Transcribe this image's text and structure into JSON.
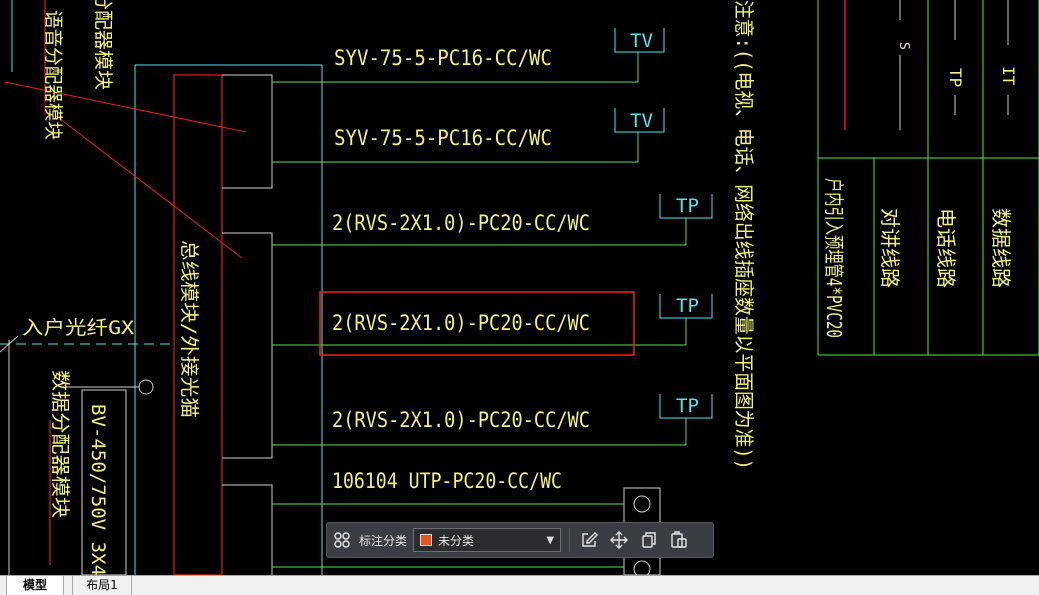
{
  "drawing": {
    "left_labels": {
      "voice_splitter": "语音分配器模块",
      "splitter_cut": "分配器模块",
      "fiber_in": "入户光纤GX",
      "data_splitter": "数据分配器模块",
      "bv_cable": "BV-450/750V 3X4",
      "main_module": "总线模块/外接光猫"
    },
    "circuits": [
      {
        "label": "SYV-75-5-PC16-CC/WC",
        "outlet": "TV"
      },
      {
        "label": "SYV-75-5-PC16-CC/WC",
        "outlet": "TV"
      },
      {
        "label": "2(RVS-2X1.0)-PC20-CC/WC",
        "outlet": "TP"
      },
      {
        "label": "2(RVS-2X1.0)-PC20-CC/WC",
        "outlet": "TP"
      },
      {
        "label": "2(RVS-2X1.0)-PC20-CC/WC",
        "outlet": "TP"
      },
      {
        "label": "106104 UTP-PC20-CC/WC",
        "outlet": ""
      }
    ],
    "note_vertical": "注意:((电视、电话、网络出线插座数量以平面图为准))",
    "legend": {
      "symbols": [
        "S",
        "TP",
        "IT"
      ],
      "rows": [
        "户内引入预埋管4*PVC20",
        "对讲线路",
        "电话线路",
        "数据线路"
      ]
    },
    "colors": {
      "background": "#000000",
      "label_yellow": "#f3f37a",
      "wire_green": "#55e34d",
      "wire_cyan": "#4de8f0",
      "red_line": "#ff2020",
      "highlight_box": "#e81e1e"
    }
  },
  "toolbar": {
    "grid_icon": "grid-icon",
    "label": "标注分类",
    "select_value": "未分类",
    "select_swatch": "#e8541e",
    "actions": [
      "edit-icon",
      "move-icon",
      "copy-icon",
      "paste-icon"
    ]
  },
  "tabs": [
    {
      "label": "模型",
      "active": true
    },
    {
      "label": "布局1",
      "active": false
    }
  ]
}
